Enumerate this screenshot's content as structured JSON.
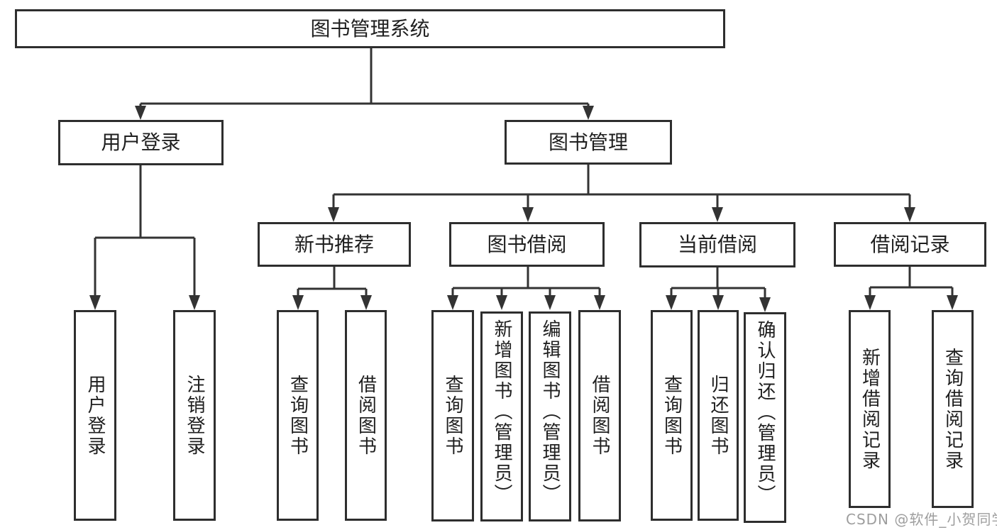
{
  "tree": {
    "label": "图书管理系统",
    "children": [
      {
        "label": "用户登录",
        "children": [
          {
            "label": "用户登录"
          },
          {
            "label": "注销登录"
          }
        ]
      },
      {
        "label": "图书管理",
        "children": [
          {
            "label": "新书推荐",
            "children": [
              {
                "label": "查询图书"
              },
              {
                "label": "借阅图书"
              }
            ]
          },
          {
            "label": "图书借阅",
            "children": [
              {
                "label": "查询图书"
              },
              {
                "label": "新增图书（管理员）"
              },
              {
                "label": "编辑图书（管理员）"
              },
              {
                "label": "借阅图书"
              }
            ]
          },
          {
            "label": "当前借阅",
            "children": [
              {
                "label": "查询图书"
              },
              {
                "label": "归还图书"
              },
              {
                "label": "确认归还（管理员）"
              }
            ]
          },
          {
            "label": "借阅记录",
            "children": [
              {
                "label": "新增借阅记录"
              },
              {
                "label": "查询借阅记录"
              }
            ]
          }
        ]
      }
    ]
  },
  "watermark": "CSDN @软件_小贺同学",
  "colors": {
    "background": "#ffffff",
    "box_border": "#2e2e2e",
    "line": "#333333",
    "text": "#1f1f1f",
    "watermark": "#9e9e9e"
  }
}
